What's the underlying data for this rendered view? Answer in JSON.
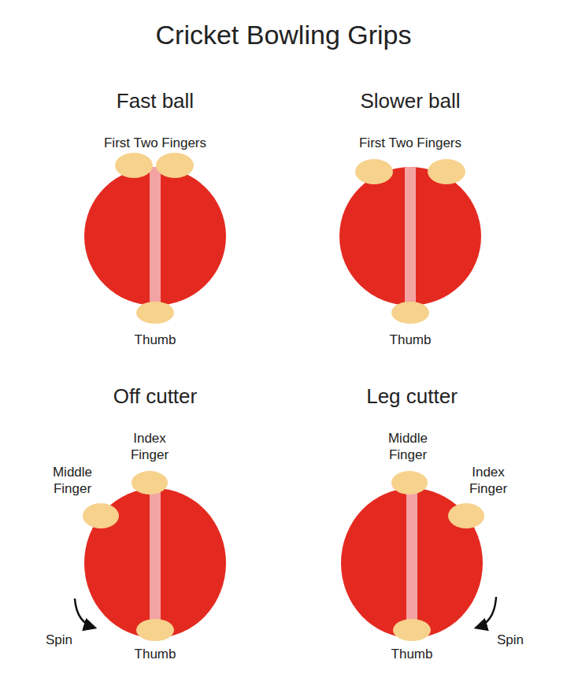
{
  "diagram": {
    "title": "Cricket Bowling Grips",
    "nodes": [
      {
        "text": [
          "Fast ball"
        ]
      },
      {
        "text": [
          "Slower ball"
        ]
      },
      {
        "text": [
          "Off cutter"
        ]
      },
      {
        "text": [
          "Leg cutter"
        ]
      }
    ],
    "labels": [
      "First Two Fingers",
      "First Two Fingers",
      "Thumb",
      "Thumb",
      "Index Finger",
      "Middle Finger",
      "Middle Finger",
      "Index Finger",
      "Spin",
      "Spin",
      "Thumb",
      "Thumb"
    ]
  }
}
